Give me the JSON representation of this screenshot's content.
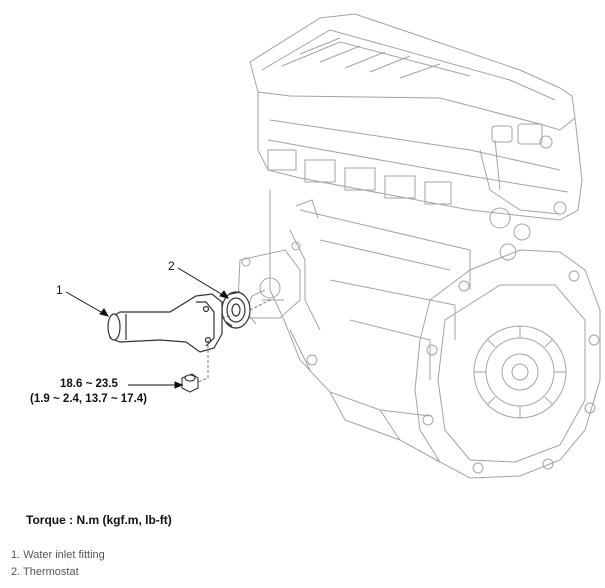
{
  "callouts": [
    {
      "number": "1"
    },
    {
      "number": "2"
    }
  ],
  "torque_spec": {
    "primary": "18.6 ~ 23.5",
    "secondary": "(1.9 ~ 2.4, 13.7 ~ 17.4)"
  },
  "torque_heading": "Torque : N.m (kgf.m, lb-ft)",
  "legend": [
    "1. Water inlet fitting",
    "2. Thermostat"
  ],
  "colors": {
    "line_art": "#9a9a9a",
    "part_line": "#333333",
    "text": "#111111"
  }
}
